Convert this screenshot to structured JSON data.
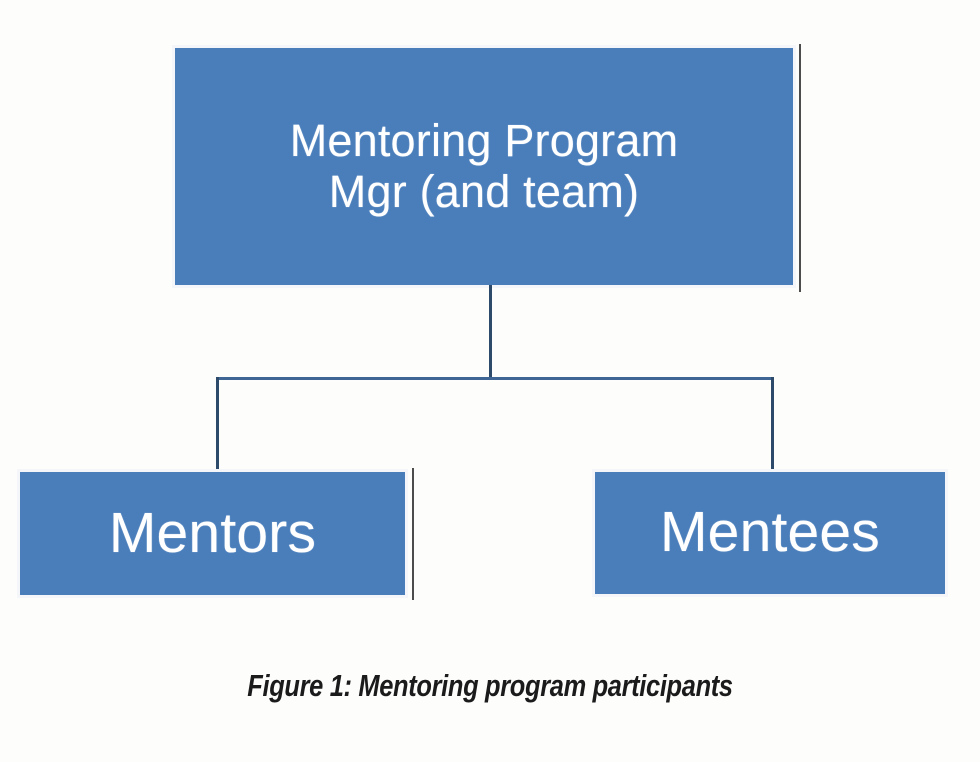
{
  "figure": {
    "caption": "Figure 1: Mentoring program participants",
    "background_color": "#fdfdfc"
  },
  "theme": {
    "node_fill": "#4a7ebb",
    "node_text_color": "#ffffff",
    "connector_color": "#2e4a6b",
    "connector_bus_color": "#3f6595",
    "edge_stripe_color": "#4c4c4c",
    "caption_color": "#1b1b1b"
  },
  "chart_data": {
    "type": "diagram",
    "diagram_type": "organization-chart",
    "title": "Figure 1: Mentoring program participants",
    "orientation": "top-down",
    "nodes": [
      {
        "id": "root",
        "label": "Mentoring Program Mgr (and team)",
        "label_lines": [
          "Mentoring Program",
          "Mgr (and team)"
        ],
        "level": 0,
        "fill": "#4a7ebb",
        "text_color": "#ffffff"
      },
      {
        "id": "mentors",
        "label": "Mentors",
        "label_lines": [
          "Mentors"
        ],
        "level": 1,
        "fill": "#4a7ebb",
        "text_color": "#ffffff"
      },
      {
        "id": "mentees",
        "label": "Mentees",
        "label_lines": [
          "Mentees"
        ],
        "level": 1,
        "fill": "#4a7ebb",
        "text_color": "#ffffff"
      }
    ],
    "edges": [
      {
        "from": "root",
        "to": "mentors",
        "style": "elbow"
      },
      {
        "from": "root",
        "to": "mentees",
        "style": "elbow"
      }
    ]
  },
  "nodes": {
    "root": {
      "line1": "Mentoring Program",
      "line2": "Mgr (and team)"
    },
    "mentors": {
      "label": "Mentors"
    },
    "mentees": {
      "label": "Mentees"
    }
  }
}
